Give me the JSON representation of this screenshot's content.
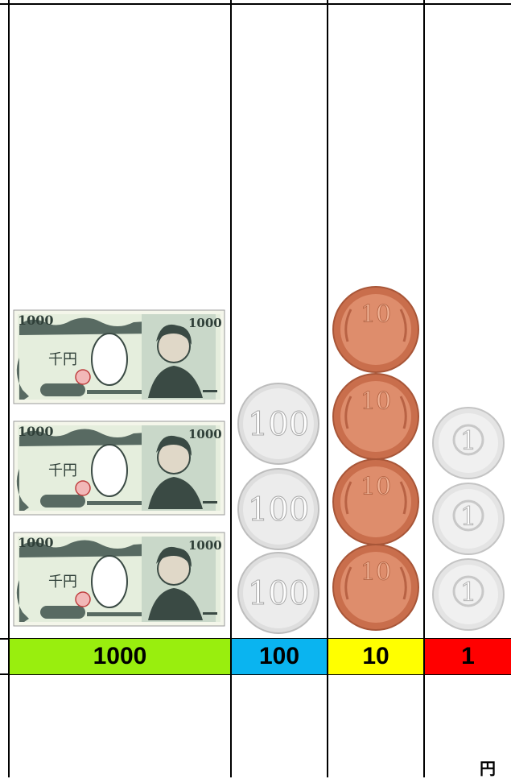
{
  "columns": [
    {
      "label": "1000",
      "color": "#99ee0e"
    },
    {
      "label": "100",
      "color": "#0ab4f0"
    },
    {
      "label": "10",
      "color": "#ffff00"
    },
    {
      "label": "1",
      "color": "#ff0000"
    }
  ],
  "bill": {
    "number": "1000",
    "text": "千円",
    "count": 3
  },
  "coins": {
    "c100": {
      "value": "100",
      "count": 3
    },
    "c10": {
      "value": "10",
      "count": 4
    },
    "c1": {
      "value": "1",
      "count": 3
    }
  },
  "unit": "円"
}
